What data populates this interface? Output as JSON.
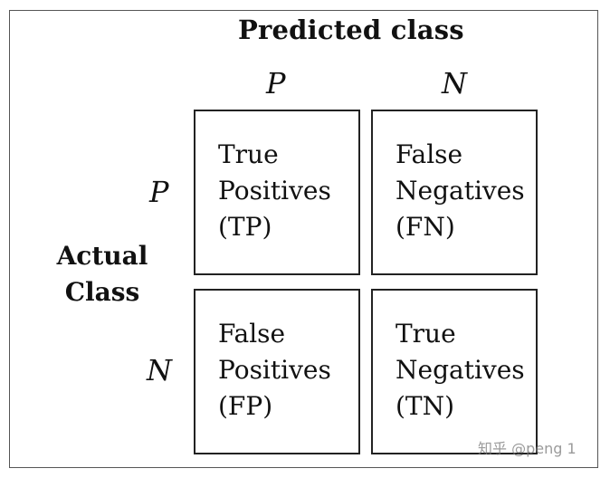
{
  "title": "Predicted class",
  "columns": [
    "P",
    "N"
  ],
  "rows": [
    "P",
    "N"
  ],
  "axis_label": [
    "Actual",
    "Class"
  ],
  "cells": {
    "tp": [
      "True",
      "Positives",
      "(TP)"
    ],
    "fn": [
      "False",
      "Negatives",
      "(FN)"
    ],
    "fp": [
      "False",
      "Positives",
      "(FP)"
    ],
    "tn": [
      "True",
      "Negatives",
      "(TN)"
    ]
  },
  "watermark": "知乎 @peng 1"
}
